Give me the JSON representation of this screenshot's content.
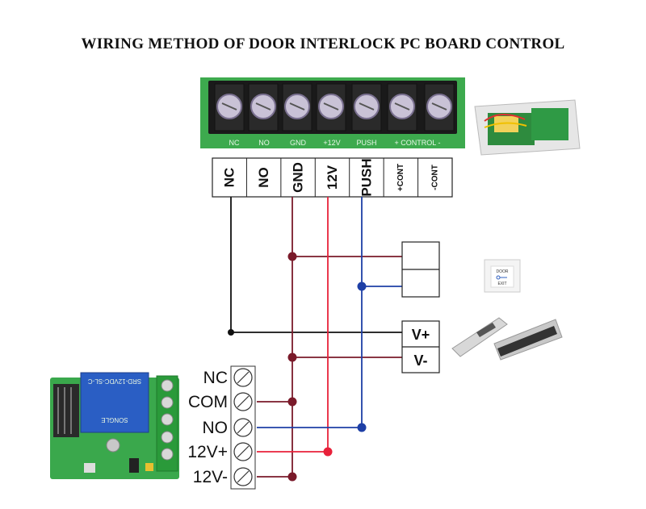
{
  "title": "WIRING METHOD OF DOOR INTERLOCK PC BOARD CONTROL",
  "board": {
    "silkscreen": [
      "NC",
      "NO",
      "GND",
      "+12V",
      "PUSH",
      "+ CONTROL -"
    ]
  },
  "terminals": [
    "NC",
    "NO",
    "GND",
    "12V",
    "PUSH",
    "+CONT",
    "-CONT"
  ],
  "lock_box": {
    "plus": "V+",
    "minus": "V-"
  },
  "relay": {
    "terminals": [
      "NC",
      "COM",
      "NO",
      "12V+",
      "12V-"
    ],
    "relay_text": "SRD-12VDC-SL-C",
    "brand": "SONGLE"
  },
  "exit_button": {
    "line1": "DOOR",
    "line2": "EXIT"
  },
  "colors": {
    "black": "#111111",
    "maroon": "#7a1a2a",
    "red": "#e8213a",
    "blue": "#1e3fa6",
    "pcb": "#3daa4e"
  }
}
